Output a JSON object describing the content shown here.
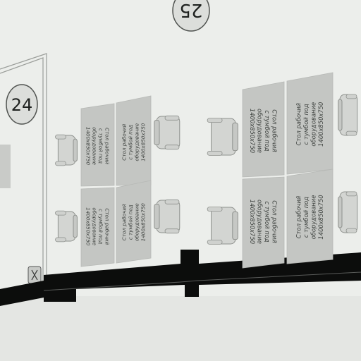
{
  "rooms": [
    {
      "number": "25"
    },
    {
      "number": "24"
    }
  ],
  "desk_label": {
    "line1": "Стол рабочий",
    "line2": "с тумбой под",
    "line3": "оборудование",
    "line4": "1400х850х750"
  },
  "colors": {
    "background": "#e9ebe8",
    "floor": "#eceeeb",
    "desk_fill": "#c4c6c3",
    "chair_fill": "#d3d5d2",
    "wall": "#0c0d0c",
    "badge_fill": "#dcdedb"
  }
}
